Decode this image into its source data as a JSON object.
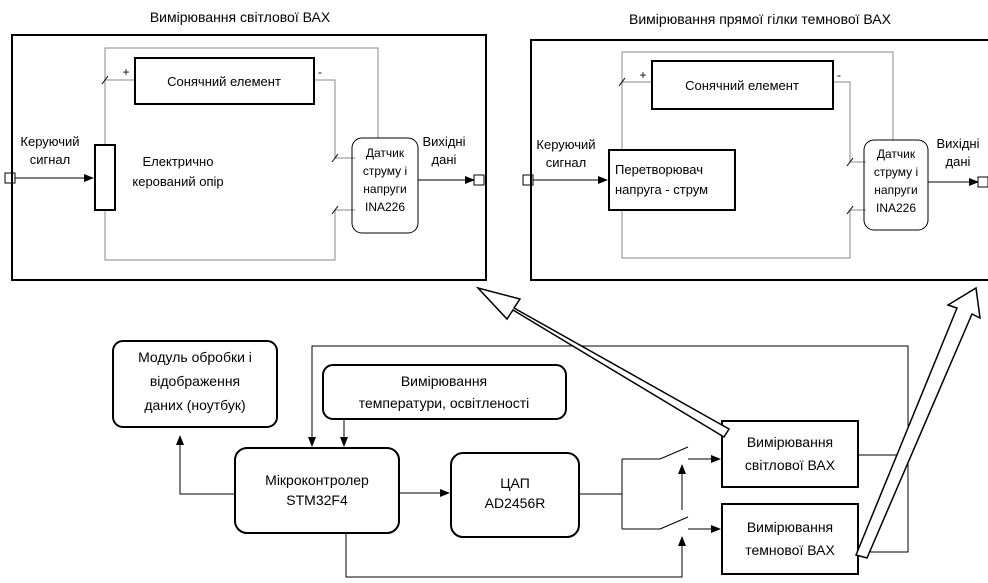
{
  "panel_light": {
    "title": "Вимірювання світлової ВАХ",
    "solar_cell": "Сонячний елемент",
    "plus": "+",
    "minus": "-",
    "control_signal": [
      "Керуючий",
      "сигнал"
    ],
    "resistor_label": [
      "Електрично",
      "керований опір"
    ],
    "sensor": [
      "Датчик",
      "струму і",
      "напруги",
      "INA226"
    ],
    "output": [
      "Вихідні",
      "дані"
    ]
  },
  "panel_dark": {
    "title": "Вимірювання прямої гілки темнової ВАХ",
    "solar_cell": "Сонячний елемент",
    "plus": "+",
    "minus": "-",
    "control_signal": [
      "Керуючий",
      "сигнал"
    ],
    "converter": [
      "Перетворювач",
      "напруга - струм"
    ],
    "sensor": [
      "Датчик",
      "струму і",
      "напруги",
      "INA226"
    ],
    "output": [
      "Вихідні",
      "дані"
    ]
  },
  "blocks": {
    "processing": [
      "Модуль обробки і",
      "відображення",
      "даних (ноутбук)"
    ],
    "temperature": [
      "Вимірювання",
      "температури, освітленості"
    ],
    "mcu": [
      "Мікроконтролер",
      "STM32F4"
    ],
    "dac": [
      "ЦАП",
      "AD2456R"
    ],
    "light_iv": [
      "Вимірювання",
      "світлової ВАХ"
    ],
    "dark_iv": [
      "Вимірювання",
      "темнової ВАХ"
    ]
  }
}
